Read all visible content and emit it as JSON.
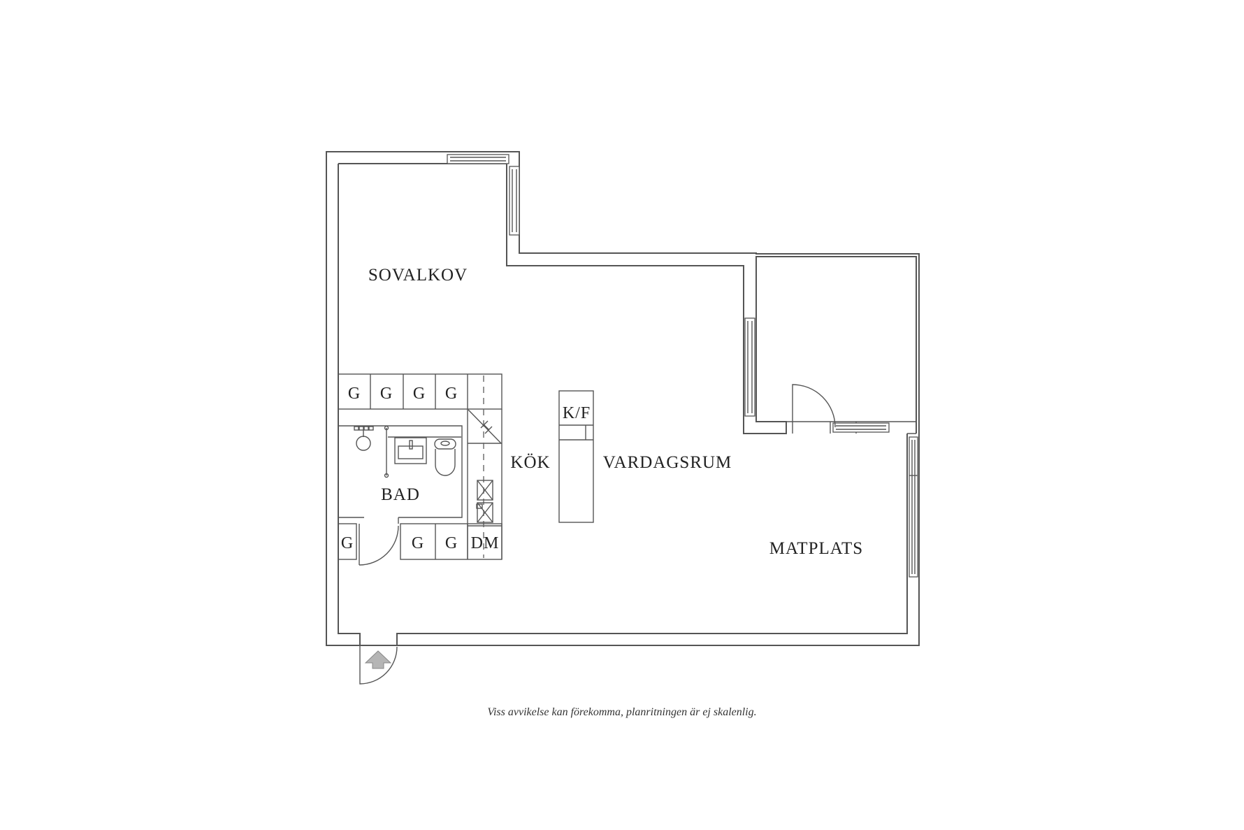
{
  "plan": {
    "rooms": {
      "sovalkov": "SOVALKOV",
      "kok": "KÖK",
      "vardagsrum": "VARDAGSRUM",
      "bad": "BAD",
      "matplats": "MATPLATS"
    },
    "cabinets": {
      "wardrobe": "G",
      "fridge_freezer": "K/F",
      "dishwasher": "DM"
    },
    "entrance_arrow_color": "#b5b5b5",
    "line_color": "#555555"
  },
  "footer": {
    "disclaimer": "Viss avvikelse kan förekomma, planritningen är ej skalenlig."
  }
}
